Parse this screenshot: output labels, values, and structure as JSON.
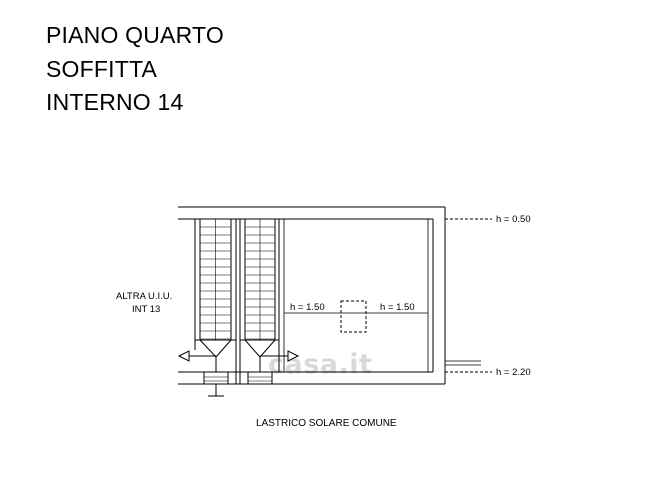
{
  "header": {
    "line1": "PIANO QUARTO",
    "line2": "SOFFITTA",
    "line3": "INTERNO 14"
  },
  "plan": {
    "other_unit_line1": "ALTRA U.I.U.",
    "other_unit_line2": "INT 13",
    "height_left": "h = 1.50",
    "height_right": "h = 1.50",
    "height_top": "h = 0.50",
    "height_bottom": "h = 2.20",
    "roof_terrace": "LASTRICO SOLARE COMUNE"
  },
  "watermark": "casa.it"
}
